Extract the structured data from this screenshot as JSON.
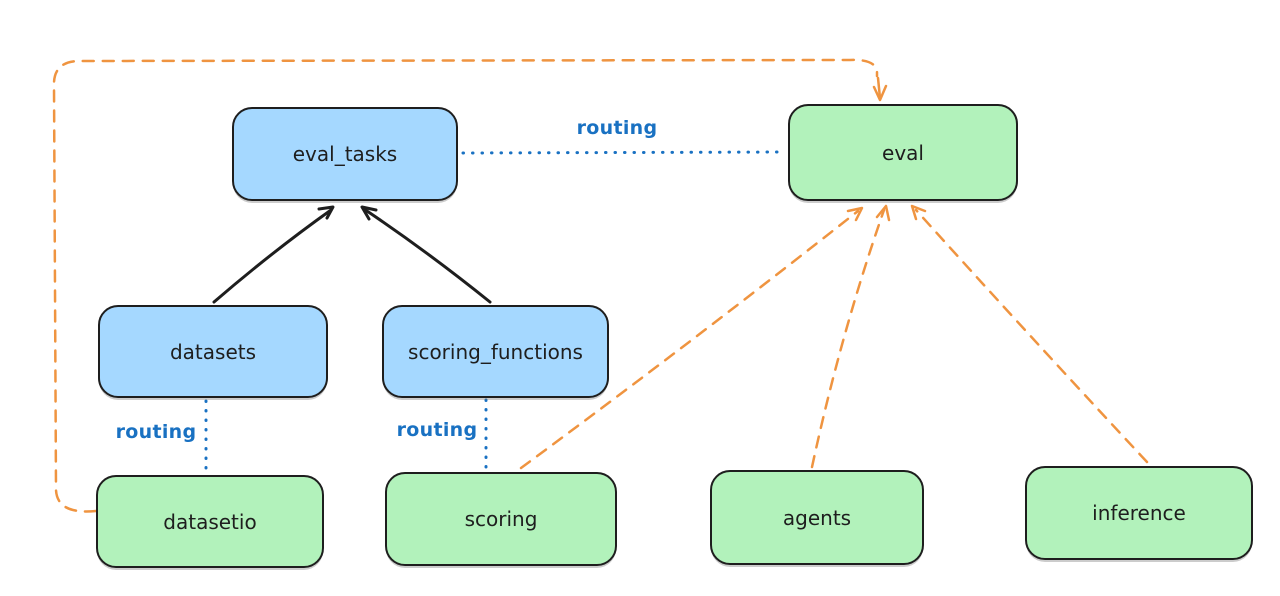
{
  "diagram": {
    "background": "#ffffff",
    "colors": {
      "node_stroke": "#1e1e1e",
      "blue_fill": "#a5d8ff",
      "green_fill": "#b2f2bb",
      "routing_blue": "#1971c2",
      "dashed_orange": "#ef9440",
      "solid_black": "#1e1e1e"
    },
    "nodes": {
      "eval_tasks": {
        "label": "eval_tasks",
        "fill": "#a5d8ff",
        "stroke": "#1e1e1e"
      },
      "eval": {
        "label": "eval",
        "fill": "#b2f2bb",
        "stroke": "#1e1e1e"
      },
      "datasets": {
        "label": "datasets",
        "fill": "#a5d8ff",
        "stroke": "#1e1e1e"
      },
      "scoring_functions": {
        "label": "scoring_functions",
        "fill": "#a5d8ff",
        "stroke": "#1e1e1e"
      },
      "datasetio": {
        "label": "datasetio",
        "fill": "#b2f2bb",
        "stroke": "#1e1e1e"
      },
      "scoring": {
        "label": "scoring",
        "fill": "#b2f2bb",
        "stroke": "#1e1e1e"
      },
      "agents": {
        "label": "agents",
        "fill": "#b2f2bb",
        "stroke": "#1e1e1e"
      },
      "inference": {
        "label": "inference",
        "fill": "#b2f2bb",
        "stroke": "#1e1e1e"
      }
    },
    "edges": [
      {
        "from": "datasets",
        "to": "eval_tasks",
        "style": "solid",
        "arrow": true,
        "color": "#1e1e1e"
      },
      {
        "from": "scoring_functions",
        "to": "eval_tasks",
        "style": "solid",
        "arrow": true,
        "color": "#1e1e1e"
      },
      {
        "from": "eval_tasks",
        "to": "eval",
        "style": "dotted",
        "arrow": false,
        "color": "#1971c2",
        "label": "routing"
      },
      {
        "from": "datasets",
        "to": "datasetio",
        "style": "dotted",
        "arrow": false,
        "color": "#1971c2",
        "label": "routing"
      },
      {
        "from": "scoring_functions",
        "to": "scoring",
        "style": "dotted",
        "arrow": false,
        "color": "#1971c2",
        "label": "routing"
      },
      {
        "from": "datasetio",
        "to": "eval",
        "style": "dashed",
        "arrow": true,
        "color": "#ef9440"
      },
      {
        "from": "scoring",
        "to": "eval",
        "style": "dashed",
        "arrow": true,
        "color": "#ef9440"
      },
      {
        "from": "agents",
        "to": "eval",
        "style": "dashed",
        "arrow": true,
        "color": "#ef9440"
      },
      {
        "from": "inference",
        "to": "eval",
        "style": "dashed",
        "arrow": true,
        "color": "#ef9440"
      }
    ]
  }
}
